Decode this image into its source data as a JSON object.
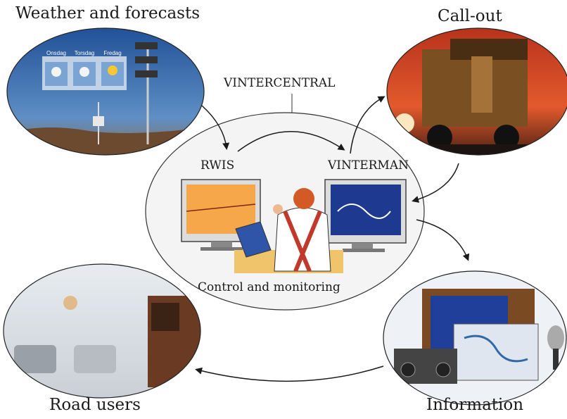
{
  "labels": {
    "weather": "Weather and forecasts",
    "callout": "Call-out",
    "central": "VINTERCENTRAL",
    "rwis": "RWIS",
    "vinterman": "VINTERMAN",
    "control": "Control and monitoring",
    "road_users": "Road users",
    "information": "Information"
  },
  "forecast_days": [
    "Onsdag",
    "Torsdag",
    "Fredag"
  ],
  "colors": {
    "sky": "#2e63a8",
    "sunset": "#d8462a",
    "central_bg": "#f2f2f2",
    "harness": "#c0392b",
    "arrow": "#1a1a1a"
  }
}
